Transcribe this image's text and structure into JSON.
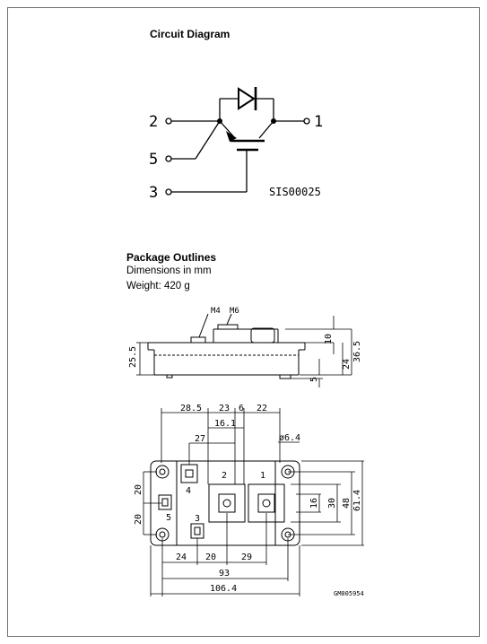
{
  "circuit": {
    "title": "Circuit Diagram",
    "pins": [
      "2",
      "5",
      "3",
      "1"
    ],
    "ref": "SIS00025"
  },
  "package": {
    "title": "Package Outlines",
    "dimensions_note": "Dimensions in mm",
    "weight": "Weight: 420 g"
  },
  "side_view": {
    "screws": [
      "M4",
      "M6"
    ],
    "dims": [
      "25.5",
      "10",
      "24",
      "36.5",
      "5"
    ]
  },
  "top_view": {
    "top_dims": [
      "28.5",
      "23",
      "6",
      "22",
      "16.1",
      "27",
      "ø6.4"
    ],
    "left_dims": [
      "20",
      "20"
    ],
    "right_dims": [
      "16",
      "30",
      "48",
      "61.4"
    ],
    "bottom_dims": [
      "24",
      "20",
      "29",
      "93",
      "106.4"
    ],
    "pin_labels": [
      "2",
      "1",
      "4",
      "5",
      "3"
    ],
    "ref": "GM005954"
  }
}
